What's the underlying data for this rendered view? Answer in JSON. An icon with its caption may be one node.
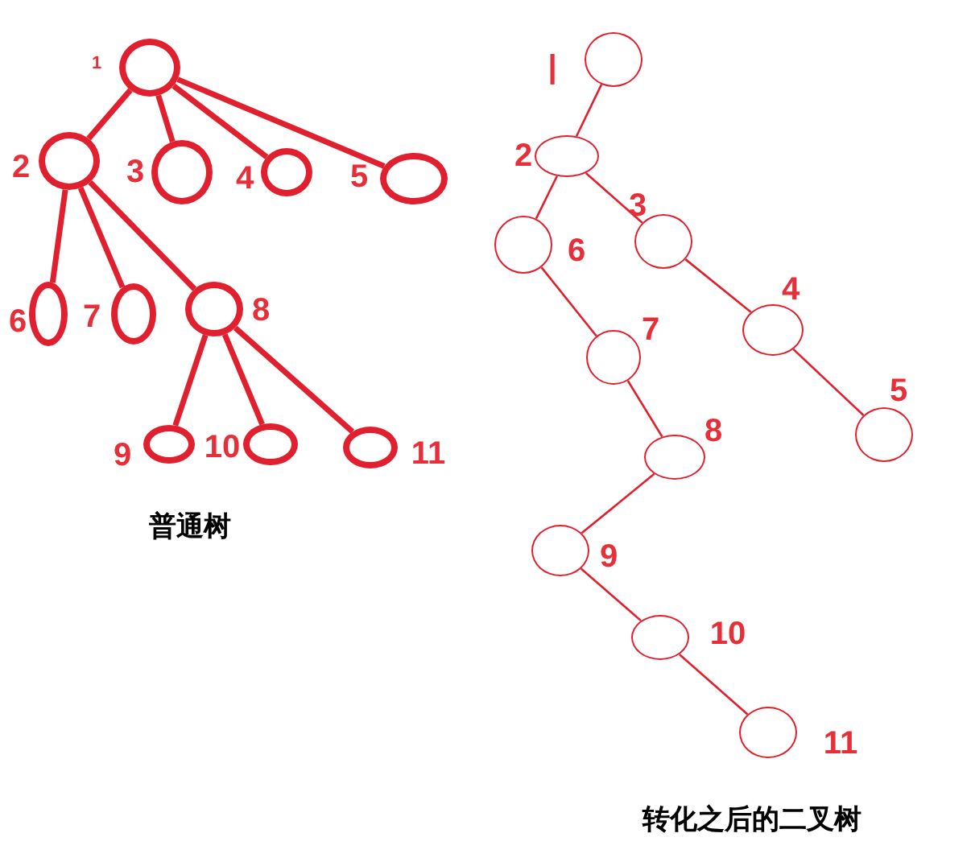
{
  "diagram": {
    "nodes": [
      {
        "text": [],
        "shape": "circle",
        "beside": [
          "1"
        ]
      },
      {
        "text": [],
        "shape": "circle",
        "beside": [
          "2"
        ]
      },
      {
        "text": [],
        "shape": "circle",
        "beside": [
          "3"
        ]
      },
      {
        "text": [],
        "shape": "circle",
        "beside": [
          "4"
        ]
      },
      {
        "text": [],
        "shape": "circle",
        "beside": [
          "5"
        ]
      },
      {
        "text": [],
        "shape": "circle",
        "beside": [
          "6"
        ]
      },
      {
        "text": [],
        "shape": "circle",
        "beside": [
          "7"
        ]
      },
      {
        "text": [],
        "shape": "circle",
        "beside": [
          "8"
        ]
      },
      {
        "text": [],
        "shape": "circle",
        "beside": [
          "9"
        ]
      },
      {
        "text": [],
        "shape": "circle",
        "beside": [
          "10"
        ]
      },
      {
        "text": [],
        "shape": "circle",
        "beside": [
          "11"
        ]
      },
      {
        "text": [],
        "shape": "circle",
        "beside": [
          "|"
        ]
      },
      {
        "text": [],
        "shape": "circle",
        "beside": [
          "2"
        ]
      },
      {
        "text": [],
        "shape": "circle",
        "beside": [
          "3"
        ]
      },
      {
        "text": [],
        "shape": "circle",
        "beside": [
          "4"
        ]
      },
      {
        "text": [],
        "shape": "circle",
        "beside": [
          "5"
        ]
      },
      {
        "text": [],
        "shape": "circle",
        "beside": [
          "6"
        ]
      },
      {
        "text": [],
        "shape": "circle",
        "beside": [
          "7"
        ]
      },
      {
        "text": [],
        "shape": "circle",
        "beside": [
          "8"
        ]
      },
      {
        "text": [],
        "shape": "circle",
        "beside": [
          "9"
        ]
      },
      {
        "text": [],
        "shape": "circle",
        "beside": [
          "10"
        ]
      },
      {
        "text": [],
        "shape": "circle",
        "beside": [
          "11"
        ]
      }
    ],
    "edges": [
      {
        "from": 0,
        "to": 1,
        "arrow": "none",
        "style": "thick"
      },
      {
        "from": 0,
        "to": 2,
        "arrow": "none",
        "style": "thick"
      },
      {
        "from": 0,
        "to": 3,
        "arrow": "none",
        "style": "thick"
      },
      {
        "from": 0,
        "to": 4,
        "arrow": "none",
        "style": "thick"
      },
      {
        "from": 1,
        "to": 5,
        "arrow": "none",
        "style": "thick"
      },
      {
        "from": 1,
        "to": 6,
        "arrow": "none",
        "style": "thick"
      },
      {
        "from": 1,
        "to": 7,
        "arrow": "none",
        "style": "thick"
      },
      {
        "from": 7,
        "to": 8,
        "arrow": "none",
        "style": "thick"
      },
      {
        "from": 7,
        "to": 9,
        "arrow": "none",
        "style": "thick"
      },
      {
        "from": 7,
        "to": 10,
        "arrow": "none",
        "style": "thick"
      },
      {
        "from": 11,
        "to": 12,
        "arrow": "none"
      },
      {
        "from": 12,
        "to": 16,
        "arrow": "none"
      },
      {
        "from": 12,
        "to": 13,
        "arrow": "none"
      },
      {
        "from": 13,
        "to": 14,
        "arrow": "none"
      },
      {
        "from": 14,
        "to": 15,
        "arrow": "none"
      },
      {
        "from": 16,
        "to": 17,
        "arrow": "none"
      },
      {
        "from": 17,
        "to": 18,
        "arrow": "none"
      },
      {
        "from": 18,
        "to": 19,
        "arrow": "none"
      },
      {
        "from": 19,
        "to": 20,
        "arrow": "none"
      },
      {
        "from": 20,
        "to": 21,
        "arrow": "none"
      }
    ],
    "labels": [
      "普通树",
      "转化之后的二叉树"
    ]
  }
}
